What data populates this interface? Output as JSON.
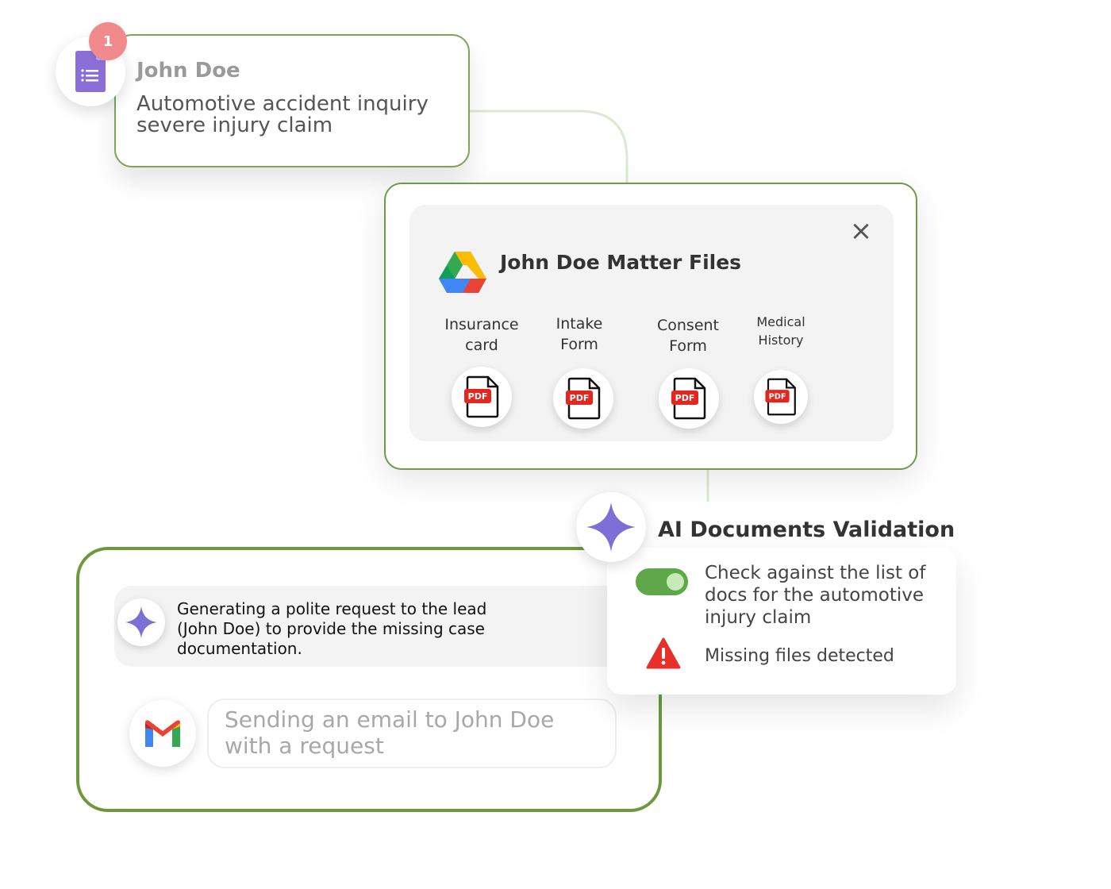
{
  "lead": {
    "badge": "1",
    "name": "John Doe",
    "description": "Automotive accident inquiry severe injury claim"
  },
  "files": {
    "title": "John Doe Matter Files",
    "items": [
      {
        "label": "Insurance card",
        "pdf_text": "PDF"
      },
      {
        "label": "Intake Form",
        "pdf_text": "PDF"
      },
      {
        "label": "Consent Form",
        "pdf_text": "PDF"
      },
      {
        "label": "Medical History",
        "pdf_text": "PDF"
      }
    ],
    "close_icon": "×"
  },
  "validation": {
    "title": "AI Documents Validation",
    "toggle_on": true,
    "check_text": "Check against the list of docs for the automotive injury claim",
    "missing_text": "Missing files detected"
  },
  "email": {
    "generating_text": "Generating a polite request to the lead (John Doe) to provide the missing case documentation.",
    "sending_text": "Sending an email to John Doe with a request"
  },
  "colors": {
    "card_border": "#6e9a49",
    "badge": "#f08a8c",
    "toggle": "#5ea84a",
    "sparkle": "#7c6fd6"
  }
}
